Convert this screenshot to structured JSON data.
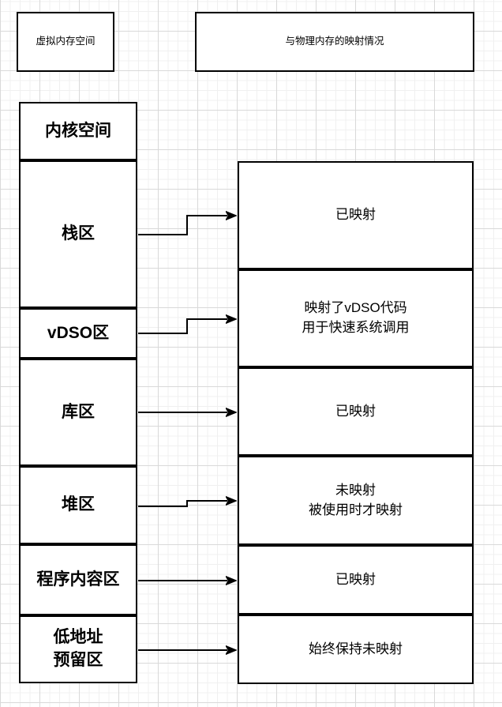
{
  "headers": {
    "left": "虚拟内存空间",
    "right": "与物理内存的映射情况"
  },
  "left_column": {
    "items": [
      {
        "label": "内核空间"
      },
      {
        "label": "栈区"
      },
      {
        "label": "vDSO区"
      },
      {
        "label": "库区"
      },
      {
        "label": "堆区"
      },
      {
        "label": "程序内容区"
      },
      {
        "label": "低地址\n预留区"
      }
    ]
  },
  "right_column": {
    "items": [
      {
        "label": "已映射"
      },
      {
        "label": "映射了vDSO代码\n用于快速系统调用"
      },
      {
        "label": "已映射"
      },
      {
        "label": "未映射\n被使用时才映射"
      },
      {
        "label": "已映射"
      },
      {
        "label": "始终保持未映射"
      }
    ]
  },
  "connections": [
    {
      "from": "栈区",
      "to": "已映射",
      "style": "stepped"
    },
    {
      "from": "vDSO区",
      "to": "映射了vDSO代码 用于快速系统调用",
      "style": "stepped"
    },
    {
      "from": "库区",
      "to": "已映射",
      "style": "straight"
    },
    {
      "from": "堆区",
      "to": "未映射 被使用时才映射",
      "style": "stepped"
    },
    {
      "from": "程序内容区",
      "to": "已映射",
      "style": "straight"
    },
    {
      "from": "低地址预留区",
      "to": "始终保持未映射",
      "style": "straight"
    }
  ],
  "colors": {
    "border": "#000000",
    "text": "#000000",
    "box_fill": "#ffffff",
    "grid_minor": "#f0f0f0",
    "grid_major": "#d9d9d9"
  }
}
